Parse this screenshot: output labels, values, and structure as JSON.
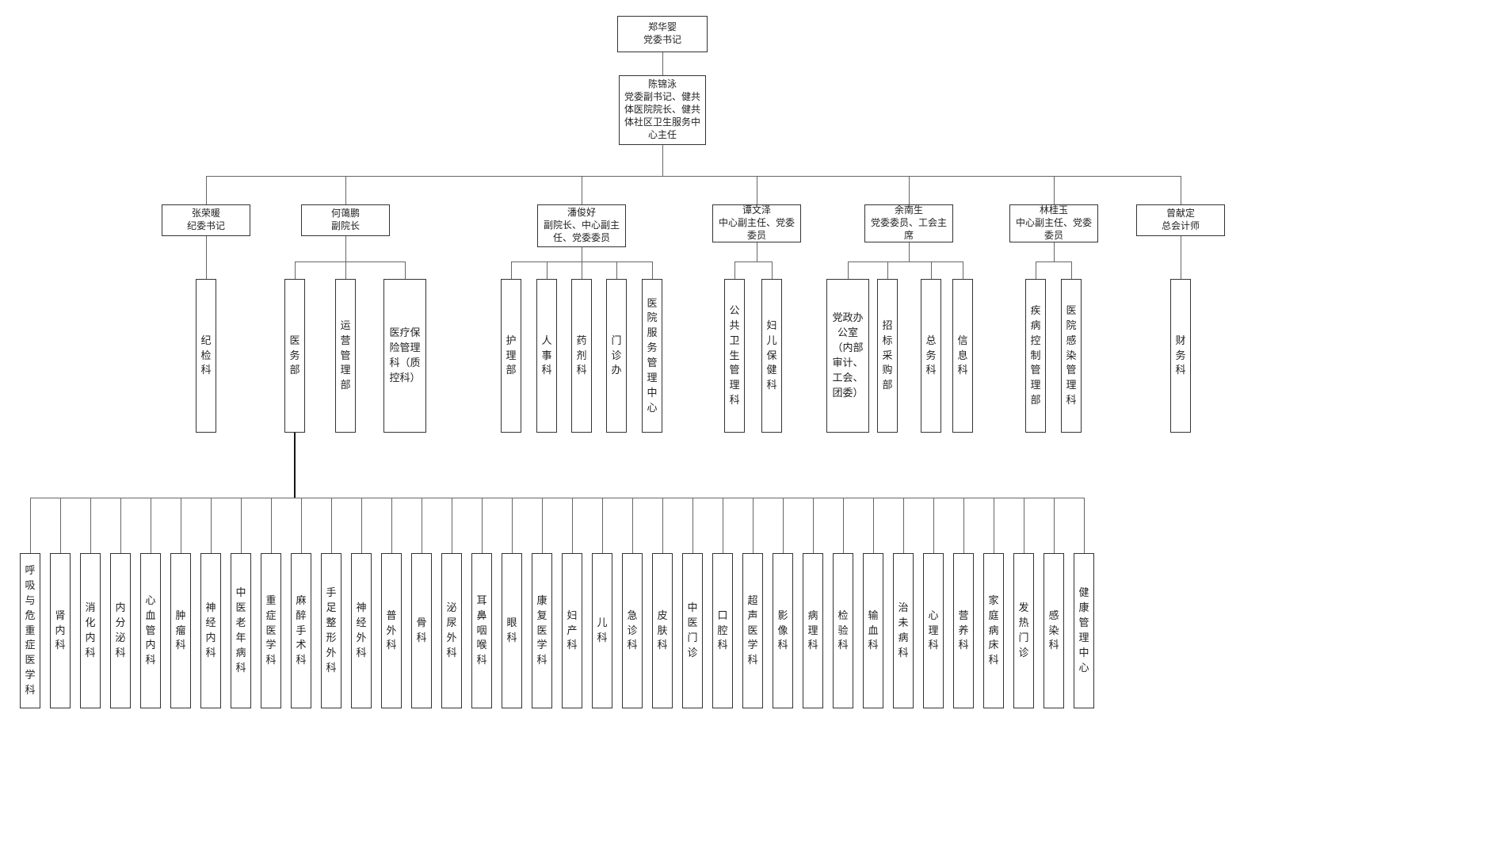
{
  "org": {
    "root": {
      "name": "郑华婴",
      "title": "党委书记"
    },
    "director": {
      "name": "陈锦泳",
      "title": "党委副书记、健共体医院院长、健共体社区卫生服务中心主任"
    },
    "leaders": [
      {
        "name": "张荣暖",
        "title": "纪委书记",
        "children": [
          {
            "label": "纪检科"
          }
        ]
      },
      {
        "name": "何蔼鹏",
        "title": "副院长",
        "children": [
          {
            "label": "医务部"
          },
          {
            "label": "运营管理部"
          },
          {
            "label": "医疗保险管理科（质控科）"
          }
        ]
      },
      {
        "name": "潘俊好",
        "title": "副院长、中心副主任、党委委员",
        "children": [
          {
            "label": "护理部"
          },
          {
            "label": "人事科"
          },
          {
            "label": "药剂科"
          },
          {
            "label": "门诊办"
          },
          {
            "label": "医院服务管理中心"
          }
        ]
      },
      {
        "name": "谭文泽",
        "title": "中心副主任、党委委员",
        "children": [
          {
            "label": "公共卫生管理科"
          },
          {
            "label": "妇儿保健科"
          }
        ]
      },
      {
        "name": "余南生",
        "title": "党委委员、工会主席",
        "children": [
          {
            "label": "党政办公室（内部审计、工会、团委）"
          },
          {
            "label": "招标采购部"
          },
          {
            "label": "总务科"
          },
          {
            "label": "信息科"
          }
        ]
      },
      {
        "name": "林桂玉",
        "title": "中心副主任、党委委员",
        "children": [
          {
            "label": "疾病控制管理部"
          },
          {
            "label": "医院感染管理科"
          }
        ]
      },
      {
        "name": "曾献定",
        "title": "总会计师",
        "children": [
          {
            "label": "财务科"
          }
        ]
      }
    ],
    "clinical_departments": [
      "呼吸与危重症医学科",
      "肾内科",
      "消化内科",
      "内分泌科",
      "心血管内科",
      "肿瘤科",
      "神经内科",
      "中医老年病科",
      "重症医学科",
      "麻醉手术科",
      "手足整形外科",
      "神经外科",
      "普外科",
      "骨科",
      "泌尿外科",
      "耳鼻咽喉科",
      "眼科",
      "康复医学科",
      "妇产科",
      "儿科",
      "急诊科",
      "皮肤科",
      "中医门诊",
      "口腔科",
      "超声医学科",
      "影像科",
      "病理科",
      "检验科",
      "输血科",
      "治未病科",
      "心理科",
      "营养科",
      "家庭病床科",
      "发热门诊",
      "感染科",
      "健康管理中心"
    ]
  },
  "colors": {
    "background": "#ffffff",
    "node_border": "#333333",
    "connector_line": "#666666",
    "text": "#1f1f1f"
  }
}
